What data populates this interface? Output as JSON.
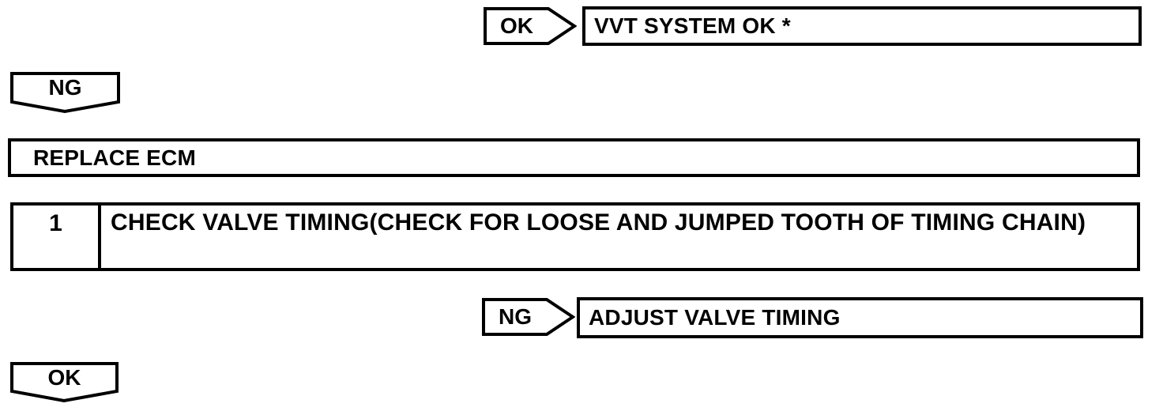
{
  "page": {
    "background": "#ffffff",
    "line_color": "#000000"
  },
  "flowchart": {
    "result_ok": {
      "connector_label": "OK",
      "box_label": "VVT SYSTEM OK *"
    },
    "ng_branch": {
      "label": "NG"
    },
    "replace_ecm": {
      "label": "REPLACE ECM"
    },
    "step1": {
      "number": "1",
      "title": "CHECK VALVE TIMING(CHECK FOR LOOSE AND JUMPED TOOTH OF TIMING CHAIN)"
    },
    "result_ng": {
      "connector_label": "NG",
      "box_label": "ADJUST VALVE TIMING"
    },
    "ok_branch": {
      "label": "OK"
    }
  }
}
